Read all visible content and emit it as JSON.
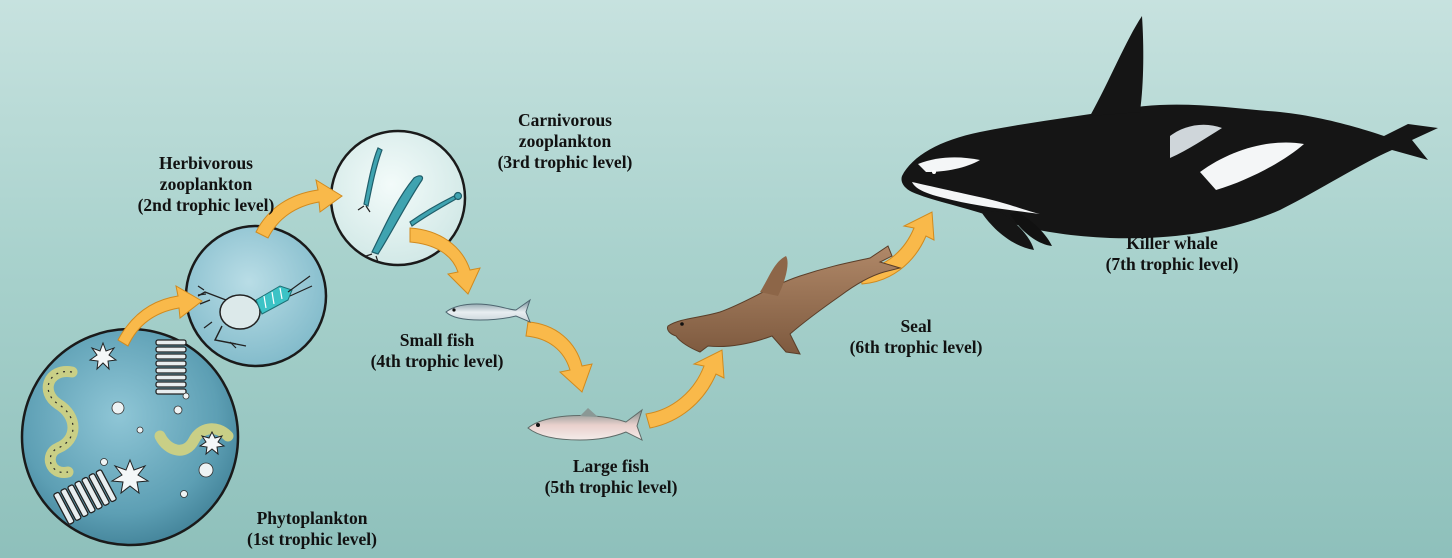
{
  "diagram": {
    "levels": [
      {
        "id": "phytoplankton",
        "name": "Phytoplankton",
        "level_text": "(1st trophic level)"
      },
      {
        "id": "herbivorous",
        "name_lines": [
          "Herbivorous",
          "zooplankton"
        ],
        "level_text": "(2nd trophic level)"
      },
      {
        "id": "carnivorous",
        "name_lines": [
          "Carnivorous",
          "zooplankton"
        ],
        "level_text": "(3rd trophic level)"
      },
      {
        "id": "small_fish",
        "name": "Small fish",
        "level_text": "(4th trophic level)"
      },
      {
        "id": "large_fish",
        "name": "Large fish",
        "level_text": "(5th trophic level)"
      },
      {
        "id": "seal",
        "name": "Seal",
        "level_text": "(6th trophic level)"
      },
      {
        "id": "killer_whale",
        "name": "Killer whale",
        "level_text": "(7th trophic level)"
      }
    ],
    "colors": {
      "arrow": "#f9b94a",
      "circle_fill": "#5d9fb4",
      "circle_light": "#d9eeec",
      "zooplankton": "#3cc3c6",
      "seal": "#9c7656",
      "whale": "#151515"
    },
    "icons": [
      "phytoplankton-circle-icon",
      "herbivorous-zooplankton-circle-icon",
      "carnivorous-zooplankton-circle-icon",
      "small-fish-icon",
      "large-fish-icon",
      "seal-icon",
      "killer-whale-icon",
      "food-arrow-icon"
    ]
  }
}
